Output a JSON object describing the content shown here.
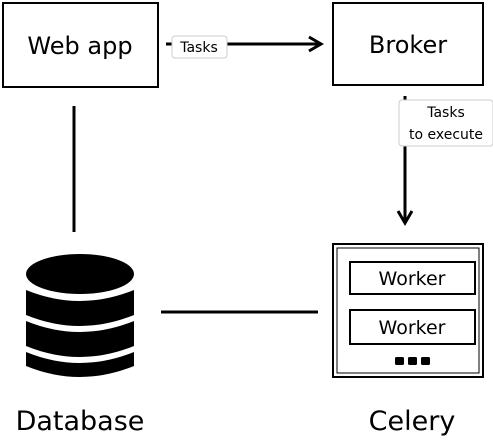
{
  "nodes": {
    "web_app": {
      "label": "Web app"
    },
    "broker": {
      "label": "Broker"
    },
    "database": {
      "label": "Database"
    },
    "celery": {
      "label": "Celery",
      "workers": [
        "Worker",
        "Worker"
      ],
      "more_indicator_icon": "ellipsis-icon"
    }
  },
  "edges": {
    "web_to_broker": {
      "label": "Tasks"
    },
    "broker_to_celery": {
      "label_line1": "Tasks",
      "label_line2": "to execute"
    }
  },
  "icons": {
    "database": "database-cylinder-icon"
  },
  "colors": {
    "stroke": "#000000",
    "background": "#ffffff",
    "label_bg": "#ffffff",
    "label_border": "#cccccc"
  }
}
